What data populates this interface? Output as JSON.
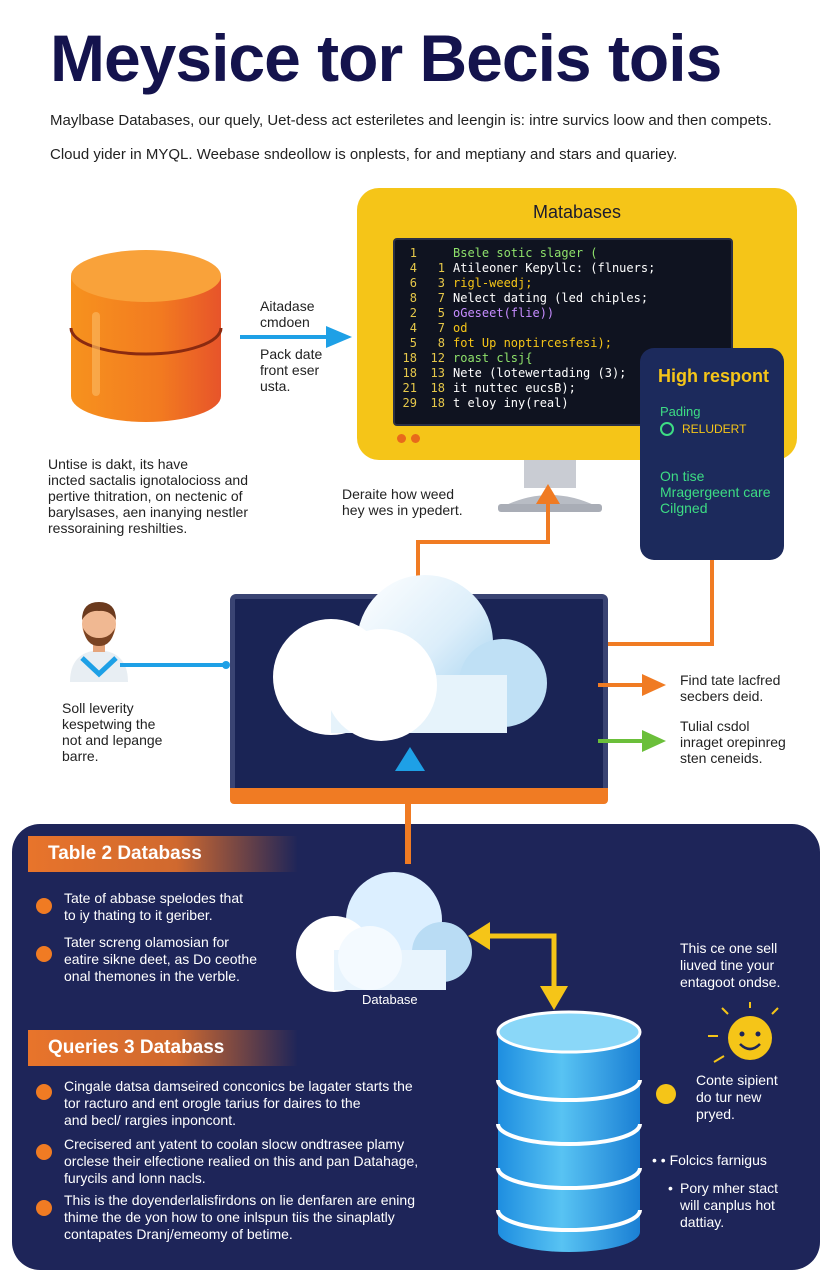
{
  "title": "Meysice tor Becis  tois",
  "intro": {
    "line1": "Maylbase Databases, our quely, Uet-dess act esteriletes and leengin is: intre survics loow and then compets.",
    "line2": "Cloud yider in MYQL. Weebase sndeollow is onplests, for and meptiany and stars and quariey."
  },
  "left_db": {
    "arrow_label_1": "Aitadase",
    "arrow_label_2": "cmdoen",
    "arrow_label_3": "Pack date",
    "arrow_label_4": "front eser",
    "arrow_label_5": "usta.",
    "desc_1": "Untise is dakt, its have",
    "desc_2": "incted sactalis ignotalocioss and",
    "desc_3": "pertive thitration, on nectenic of",
    "desc_4": "barylsases, aen inanying nestler",
    "desc_5": "ressoraining reshilties."
  },
  "monitor": {
    "title": "Matabases",
    "stand_label_1": "Deraite how weed",
    "stand_label_2": "hey wes in ypedert.",
    "code": [
      {
        "n": "1",
        "m": "",
        "t": "Bsele sotic slager (",
        "c": "#8fe26b"
      },
      {
        "n": "4",
        "m": "1",
        "t": "Atileoner Kepyllc: (flnuers;",
        "c": "#ffffff"
      },
      {
        "n": "6",
        "m": "3",
        "t": "rigl-weedj;",
        "c": "#f5c518"
      },
      {
        "n": "8",
        "m": "7",
        "t": "Nelect dating (led chiples;",
        "c": "#ffffff"
      },
      {
        "n": "2",
        "m": "5",
        "t": "oGeseet(flie))",
        "c": "#c68cff"
      },
      {
        "n": "4",
        "m": "7",
        "t": "od",
        "c": "#f5c518"
      },
      {
        "n": "5",
        "m": "8",
        "t": "  fot Up noptircesfesi);",
        "c": "#f5c518"
      },
      {
        "n": "18",
        "m": "12",
        "t": "roast clsj{",
        "c": "#8fe26b"
      },
      {
        "n": "18",
        "m": "13",
        "t": "  Nete (lotewertading (3);",
        "c": "#ffffff"
      },
      {
        "n": "21",
        "m": "18",
        "t": "  it nuttec eucsB);",
        "c": "#ffffff"
      },
      {
        "n": "29",
        "m": "18",
        "t": "  t eloy iny(real)",
        "c": "#ffffff"
      }
    ]
  },
  "hr_card": {
    "title": "High respont",
    "sub1": "Pading",
    "sub2": "RELUDERT",
    "sub3": "On tise",
    "sub4": "Mragergeent care",
    "sub5": "Cilgned"
  },
  "person": {
    "text_1": "Soll leverity",
    "text_2": "kespetwing the",
    "text_3": "not and lepange",
    "text_4": "barre."
  },
  "right_labels": {
    "a1": "Find tate lacfred",
    "a2": "secbers deid.",
    "b1": "Tulial csdol",
    "b2": "inraget orepinreg",
    "b3": "sten ceneids."
  },
  "panel": {
    "section1": "Table 2 Databass",
    "items1": [
      [
        "Tate of abbase spelodes that",
        "to iy thating to it geriber."
      ],
      [
        "Tater screng olamosian for",
        "eatire sikne deet, as Do ceothe",
        "onal themones in the verble."
      ]
    ],
    "cloud_label": "Database",
    "section2": "Queries 3 Databass",
    "items2": [
      [
        "Cingale datsa damseired conconics be lagater starts the",
        "tor racturo and ent orogle tarius for daires to the",
        "and becl/ rargies inponcont."
      ],
      [
        "Crecisered ant yatent to coolan slocw ondtrasee plamy",
        "orclese their elfectione realied on this and pan Datahage,",
        "furycils and lonn nacls."
      ],
      [
        "This is the doyenderlalisfirdons on lie denfaren are ening",
        "thime the de yon how to one inlspun tiis the sinaplatly",
        "contapates Dranj/emeomy of betime."
      ]
    ],
    "right1": [
      "This ce one sell",
      "liuved tine your",
      "entagoot ondse."
    ],
    "right2": [
      "Conte sipient",
      "do tur new",
      "pryed."
    ],
    "right3": "Folcics farnigus",
    "right4": [
      "Pory mher stact",
      "will canplus hot",
      "dattiay."
    ]
  },
  "colors": {
    "navy": "#1e2559",
    "orange": "#f07b23",
    "yellow": "#f5c518",
    "green": "#3ddc84",
    "blue": "#1ea0e6"
  }
}
